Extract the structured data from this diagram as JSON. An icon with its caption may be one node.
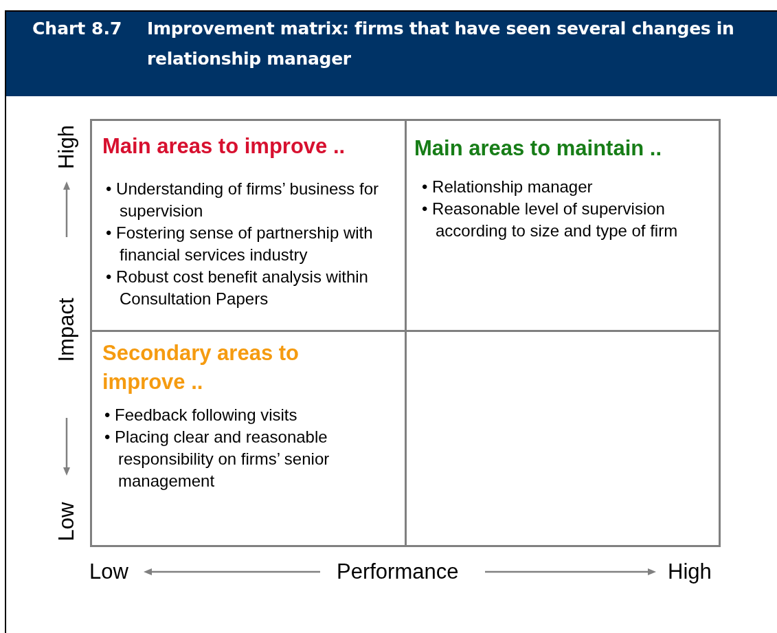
{
  "diagram": {
    "title": "Improvement matrix: firms that have seen several changes in relationship manager",
    "nodes": [
      {
        "text": [
          "Main areas to improve ..",
          "• Understanding of firms’ business for supervision",
          "• Fostering sense of partnership with financial services industry",
          "• Robust cost benefit analysis within Consultation Papers"
        ]
      },
      {
        "text": [
          "Main areas to maintain ..",
          "• Relationship manager",
          "• Reasonable level of supervision according to size and type of firm"
        ]
      },
      {
        "text": [
          "Secondary areas to improve ..",
          "• Feedback following visits",
          "• Placing clear and reasonable responsibility on firms’ senior management"
        ]
      },
      {
        "text": [],
        "shape": "box"
      }
    ],
    "edges": [],
    "labels": [
      "Chart 8.7",
      "High",
      "Impact",
      "Low",
      "Low",
      "Performance",
      "High"
    ]
  }
}
